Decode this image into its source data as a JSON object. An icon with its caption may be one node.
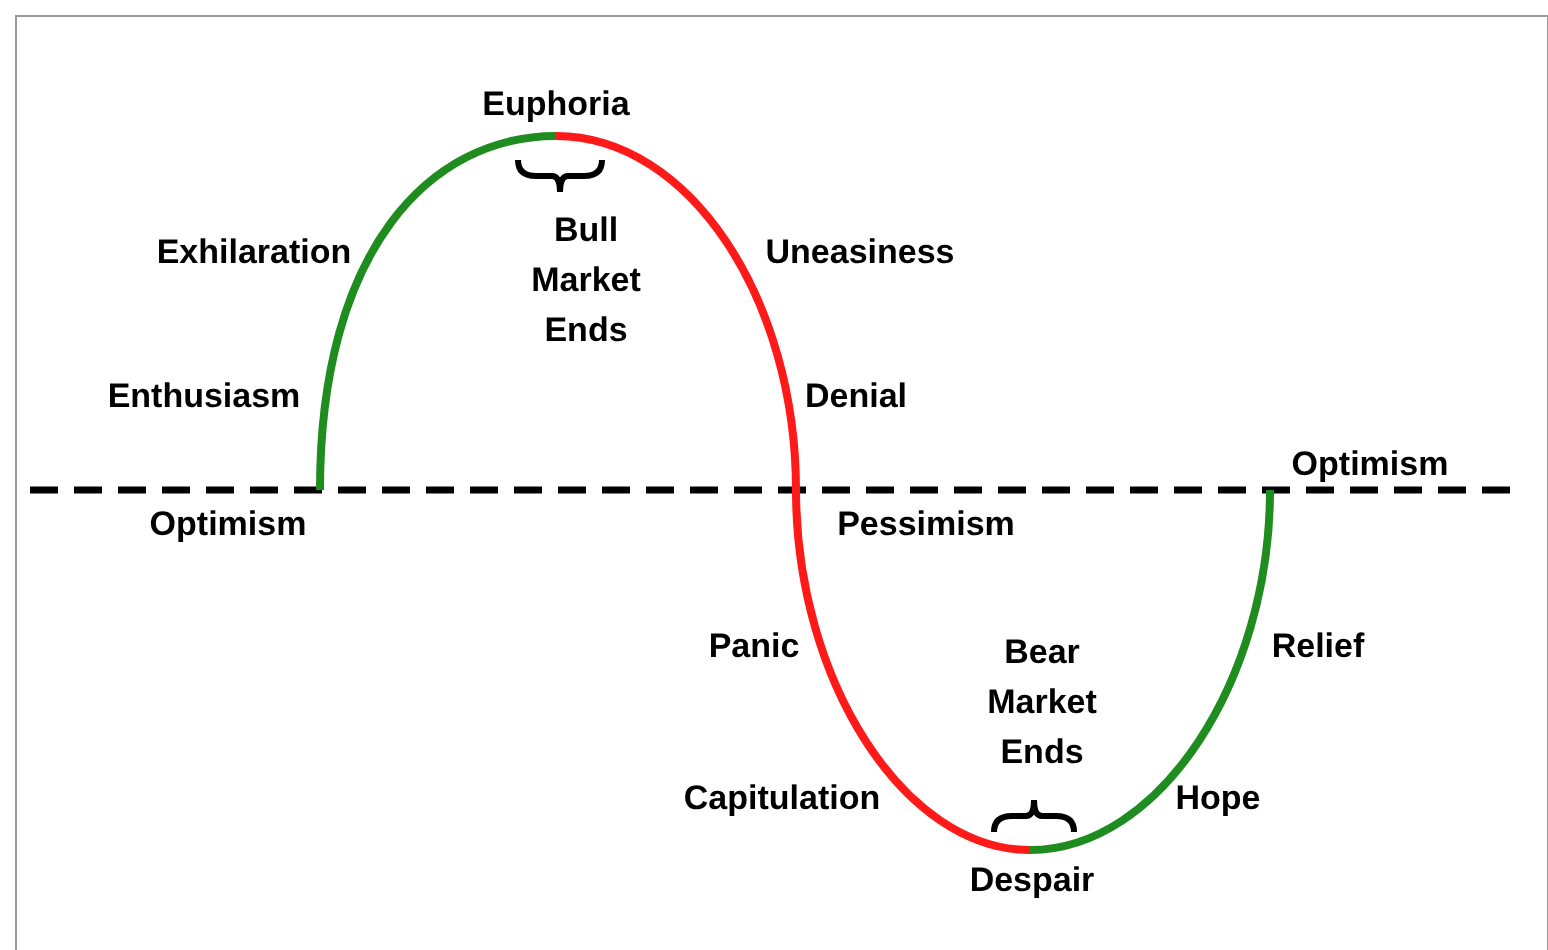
{
  "diagram": {
    "labels": [
      "Euphoria",
      "Bull Market Ends",
      "Exhilaration",
      "Uneasiness",
      "Enthusiasm",
      "Denial",
      "Optimism",
      "Optimism",
      "Pessimism",
      "Panic",
      "Bear Market Ends",
      "Relief",
      "Capitulation",
      "Hope",
      "Despair"
    ]
  }
}
